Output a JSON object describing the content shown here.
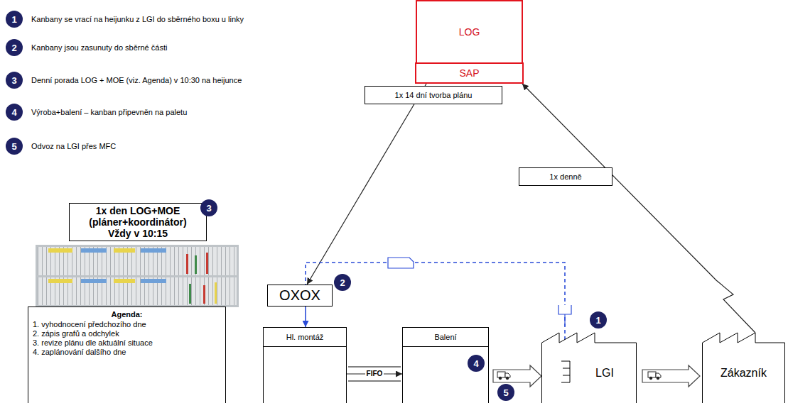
{
  "diagram": {
    "nodes": [
      {
        "text": [
          "LOG"
        ]
      },
      {
        "text": [
          "SAP"
        ]
      },
      {
        "text": [
          "1x den LOG+MOE (pláner+koordinátor)",
          "Vždy v 10:15"
        ]
      },
      {
        "text": [
          "Agenda:",
          "1. vyhodnocení předchozího dne",
          "2. zápis grafů a odchylek",
          "3. revize plánu dle aktuální situace",
          "4. zaplánování dalšího dne"
        ]
      },
      {
        "text": [
          "OXOX"
        ]
      },
      {
        "text": [
          "Hl. montáž"
        ]
      },
      {
        "text": [
          "Balení"
        ]
      },
      {
        "text": [
          "LGI"
        ]
      },
      {
        "text": [
          "Zákazník"
        ]
      }
    ],
    "edges": [
      {
        "from": 1,
        "to": 4,
        "label": "1x 14 dní tvorba plánu",
        "arrow": "to"
      },
      {
        "from": 8,
        "to": 1,
        "label": "1x denně",
        "arrow": "to"
      },
      {
        "from": 4,
        "to": 5,
        "arrow": "to"
      },
      {
        "from": 7,
        "to": 4,
        "arrow": "none"
      },
      {
        "from": 5,
        "to": 6,
        "label": "FIFO",
        "arrow": "to"
      },
      {
        "from": 6,
        "to": 7,
        "arrow": "to"
      },
      {
        "from": 7,
        "to": 8,
        "arrow": "to"
      }
    ],
    "labels": [
      "1",
      "Kanbany se vrací na heijunku z LGI do sběrného boxu u linky",
      "2",
      "Kanbany jsou zasunuty do sběrné části",
      "3",
      "Denní porada LOG + MOE (viz. Agenda) v 10:30 na heijunce",
      "4",
      "Výroba+balení – kanban připevněn na paletu",
      "5",
      "Odvoz na LGI přes MFC",
      "3",
      "2",
      "4",
      "1",
      "5"
    ]
  }
}
